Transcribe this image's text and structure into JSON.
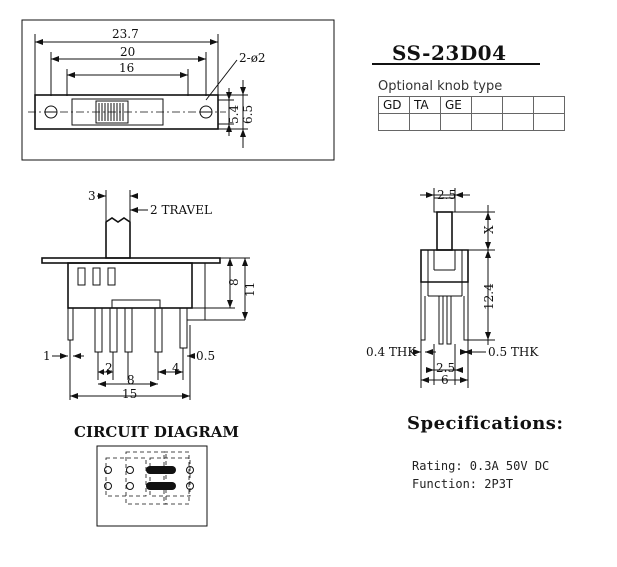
{
  "model": "SS-23D04",
  "knob_caption": "Optional knob type",
  "knob_types": [
    "GD",
    "TA",
    "GE",
    "",
    "",
    ""
  ],
  "top_view": {
    "dim_overall": "23.7",
    "dim_holes": "20",
    "dim_inner": "16",
    "dim_hole_dia": "2-ø2",
    "dim_height_inner": "5.4",
    "dim_height_outer": "6.5"
  },
  "front_view": {
    "dim_knob_width": "3",
    "travel_label": "2 TRAVEL",
    "dim_body": "8",
    "dim_total_height": "11",
    "dim_pin_offset": "1",
    "dim_pin_thk": "0.5",
    "dim_pitch": "2",
    "dim_span": "8",
    "dim_outer_pitch": "4",
    "dim_length": "15"
  },
  "side_view": {
    "dim_knob": "2.5",
    "dim_x": "X",
    "dim_height": "12.4",
    "label_left_thk": "0.4 THK",
    "label_right_thk": "0.5 THK",
    "dim_pin_gap": "2.5",
    "dim_width": "6"
  },
  "circuit_title": "CIRCUIT DIAGRAM",
  "specs": {
    "title": "Specifications:",
    "rating": "Rating: 0.3A 50V  DC",
    "function": "Function: 2P3T"
  }
}
